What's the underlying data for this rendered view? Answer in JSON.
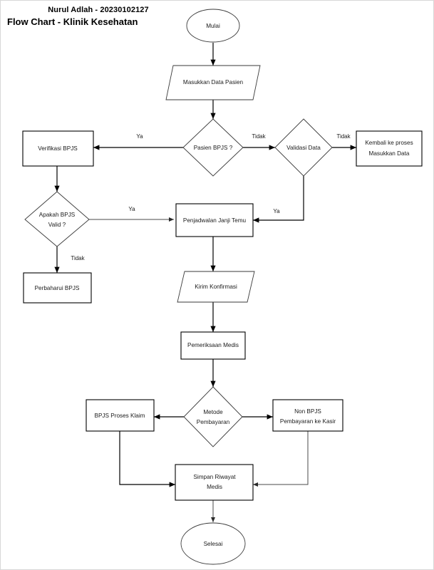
{
  "header": {
    "author_line": "Nurul Adlah - 20230102127",
    "title_line": "Flow Chart - Klinik Kesehatan"
  },
  "diagram": {
    "type": "flowchart",
    "orientation": "top-to-bottom",
    "nodes": [
      {
        "id": "mulai",
        "shape": "ellipse",
        "label": "Mulai"
      },
      {
        "id": "masukkan",
        "shape": "parallelogram",
        "label": "Masukkan Data Pasien"
      },
      {
        "id": "pasien_bpjs",
        "shape": "diamond",
        "label": "Pasien BPJS ?"
      },
      {
        "id": "verifikasi",
        "shape": "rectangle",
        "label": "Verifikasi BPJS"
      },
      {
        "id": "validasi",
        "shape": "diamond",
        "label": "Validasi Data"
      },
      {
        "id": "kembali",
        "shape": "rectangle",
        "label_line1": "Kembali ke proses",
        "label_line2": "Masukkan Data"
      },
      {
        "id": "apakah_valid",
        "shape": "diamond",
        "label_line1": "Apakah BPJS",
        "label_line2": "Valid ?"
      },
      {
        "id": "penjadwalan",
        "shape": "rectangle",
        "label": "Penjadwalan Janji Temu"
      },
      {
        "id": "perbaharui",
        "shape": "rectangle",
        "label": "Perbaharui BPJS"
      },
      {
        "id": "kirim",
        "shape": "parallelogram",
        "label": "Kirim Konfirmasi"
      },
      {
        "id": "pemeriksaan",
        "shape": "rectangle",
        "label": "Pemeriksaan Medis"
      },
      {
        "id": "metode",
        "shape": "diamond",
        "label_line1": "Metode",
        "label_line2": "Pembayaran"
      },
      {
        "id": "bpjs_klaim",
        "shape": "rectangle",
        "label": "BPJS Proses Klaim"
      },
      {
        "id": "non_bpjs",
        "shape": "rectangle",
        "label_line1": "Non BPJS",
        "label_line2": "Pembayaran ke Kasir"
      },
      {
        "id": "simpan",
        "shape": "rectangle",
        "label_line1": "Simpan Riwayat",
        "label_line2": "Medis"
      },
      {
        "id": "selesai",
        "shape": "ellipse",
        "label": "Selesai"
      }
    ],
    "edge_labels": {
      "pasien_bpjs_ya": "Ya",
      "pasien_bpjs_tidak": "Tidak",
      "validasi_tidak": "Tidak",
      "validasi_ya": "Ya",
      "apakah_valid_ya": "Ya",
      "apakah_valid_tidak": "Tidak"
    }
  },
  "colors": {
    "stroke": "#000000",
    "fill": "#ffffff",
    "text": "#1a1a1a",
    "frame": "#d8d8d8"
  }
}
